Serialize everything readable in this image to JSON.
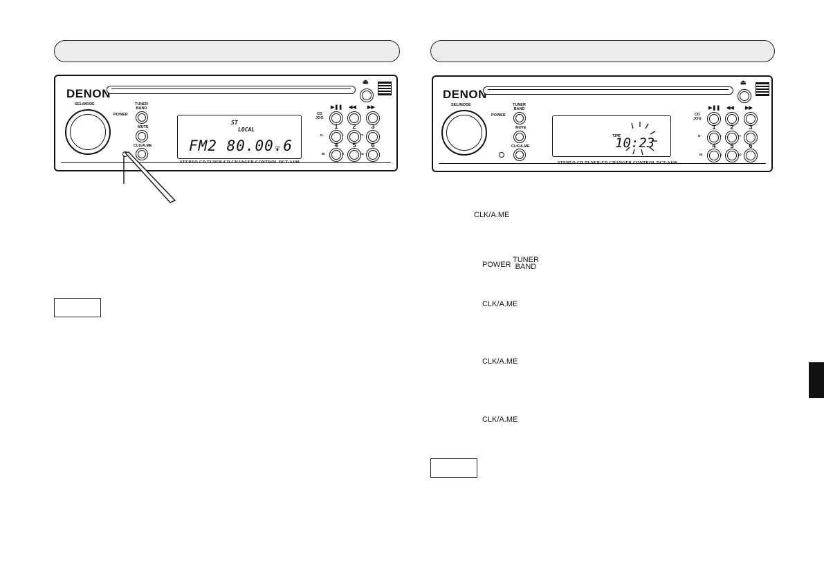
{
  "left_panel": {
    "brand": "DENON",
    "knob_label": "SEL/MODE",
    "button_labels": {
      "tuner_band": "TUNER\nBAND",
      "power": "POWER",
      "mute": "MUTE",
      "clk": "CLK/A.ME",
      "cd_play": "CD\nJOG",
      "rpt": "RPT",
      "rnd": "RND",
      "dminus": "D-",
      "dplus": "D+",
      "ib": "IB",
      "ds": "DS"
    },
    "numbers": [
      "1",
      "2",
      "3",
      "4",
      "5",
      "6"
    ],
    "model_line": "STEREO CD TUNER/CD CHANGER CONTROL DCT-A100",
    "display": {
      "top": "ST",
      "second": "LOCAL",
      "main": "FM2  80.00.6",
      "unit": "CH"
    }
  },
  "right_panel": {
    "brand": "DENON",
    "knob_label": "SEL/MODE",
    "model_line": "STEREO CD TUNER/CD CHANGER CONTROL DCT-A100",
    "display": {
      "label": "TIME",
      "main": "10:23"
    }
  },
  "steps": {
    "key_1": "CLK/A.ME",
    "key_2a": "POWER",
    "key_2b_line1": "TUNER",
    "key_2b_line2": "BAND",
    "key_3": "CLK/A.ME",
    "key_4": "CLK/A.ME",
    "key_5": "CLK/A.ME"
  }
}
